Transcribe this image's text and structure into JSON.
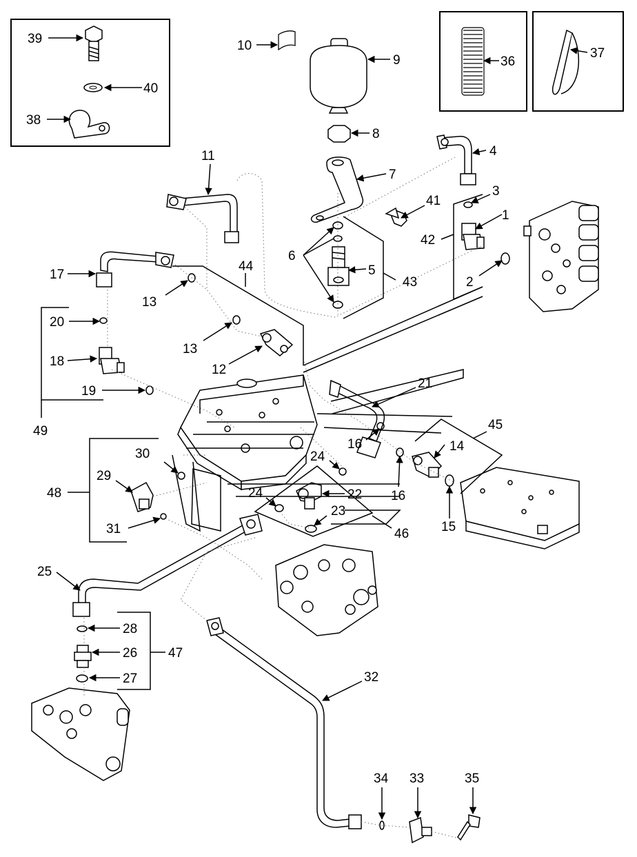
{
  "diagram": {
    "callouts": [
      {
        "id": "c1",
        "text": "1"
      },
      {
        "id": "c2",
        "text": "2"
      },
      {
        "id": "c3",
        "text": "3"
      },
      {
        "id": "c4",
        "text": "4"
      },
      {
        "id": "c5",
        "text": "5"
      },
      {
        "id": "c6",
        "text": "6"
      },
      {
        "id": "c7",
        "text": "7"
      },
      {
        "id": "c8",
        "text": "8"
      },
      {
        "id": "c9",
        "text": "9"
      },
      {
        "id": "c10",
        "text": "10"
      },
      {
        "id": "c11",
        "text": "11"
      },
      {
        "id": "c12",
        "text": "12"
      },
      {
        "id": "c13a",
        "text": "13"
      },
      {
        "id": "c13b",
        "text": "13"
      },
      {
        "id": "c14",
        "text": "14"
      },
      {
        "id": "c15",
        "text": "15"
      },
      {
        "id": "c16a",
        "text": "16"
      },
      {
        "id": "c16b",
        "text": "16"
      },
      {
        "id": "c17",
        "text": "17"
      },
      {
        "id": "c18",
        "text": "18"
      },
      {
        "id": "c19",
        "text": "19"
      },
      {
        "id": "c20",
        "text": "20"
      },
      {
        "id": "c21",
        "text": "21"
      },
      {
        "id": "c22",
        "text": "22"
      },
      {
        "id": "c23",
        "text": "23"
      },
      {
        "id": "c24a",
        "text": "24"
      },
      {
        "id": "c24b",
        "text": "24"
      },
      {
        "id": "c25",
        "text": "25"
      },
      {
        "id": "c26",
        "text": "26"
      },
      {
        "id": "c27",
        "text": "27"
      },
      {
        "id": "c28",
        "text": "28"
      },
      {
        "id": "c29",
        "text": "29"
      },
      {
        "id": "c30",
        "text": "30"
      },
      {
        "id": "c31",
        "text": "31"
      },
      {
        "id": "c32",
        "text": "32"
      },
      {
        "id": "c33",
        "text": "33"
      },
      {
        "id": "c34",
        "text": "34"
      },
      {
        "id": "c35",
        "text": "35"
      },
      {
        "id": "c36",
        "text": "36"
      },
      {
        "id": "c37",
        "text": "37"
      },
      {
        "id": "c38",
        "text": "38"
      },
      {
        "id": "c39",
        "text": "39"
      },
      {
        "id": "c40",
        "text": "40"
      },
      {
        "id": "c41",
        "text": "41"
      },
      {
        "id": "c42",
        "text": "42"
      },
      {
        "id": "c43",
        "text": "43"
      },
      {
        "id": "c44",
        "text": "44"
      },
      {
        "id": "c45",
        "text": "45"
      },
      {
        "id": "c46",
        "text": "46"
      },
      {
        "id": "c47",
        "text": "47"
      },
      {
        "id": "c48",
        "text": "48"
      },
      {
        "id": "c49",
        "text": "49"
      }
    ]
  },
  "colors": {
    "line": "#000000",
    "dotted": "#999999",
    "fill": "#ffffff",
    "shade": "#d9d9d9"
  }
}
